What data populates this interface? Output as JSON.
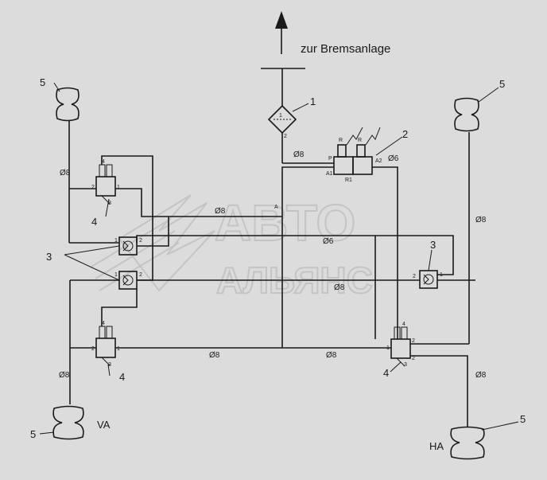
{
  "title": "zur Bremsanlage",
  "watermark": {
    "line1": "АВТО",
    "line2": "АЛЬЯНС"
  },
  "callouts": [
    "1",
    "2",
    "3",
    "4",
    "5"
  ],
  "axles": {
    "front": "VA",
    "rear": "HA"
  },
  "pipe_labels": {
    "d8": "Ø8",
    "d6": "Ø6"
  },
  "port_labels": {
    "p": "P",
    "a": "A",
    "a1": "A1",
    "a2": "A2",
    "r": "R",
    "r1": "R1",
    "one": "1",
    "two": "2",
    "three": "3",
    "four": "4"
  }
}
